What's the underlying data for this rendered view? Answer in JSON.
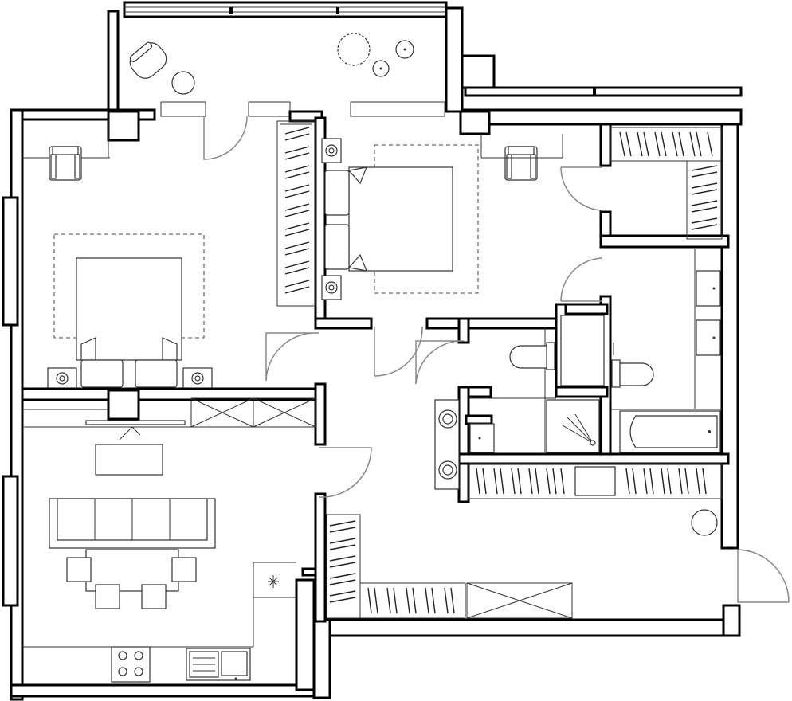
{
  "plan": {
    "title": "",
    "rooms": [
      {
        "key": "bedroom-1"
      },
      {
        "key": "bedroom-2"
      },
      {
        "key": "living-kitchen"
      },
      {
        "key": "hall"
      },
      {
        "key": "wc"
      },
      {
        "key": "bathroom"
      },
      {
        "key": "dressing-room"
      },
      {
        "key": "loggia"
      }
    ],
    "palette": {
      "wall": "#000000",
      "line": "#333333",
      "door": "#888888",
      "background": "#ffffff"
    }
  }
}
